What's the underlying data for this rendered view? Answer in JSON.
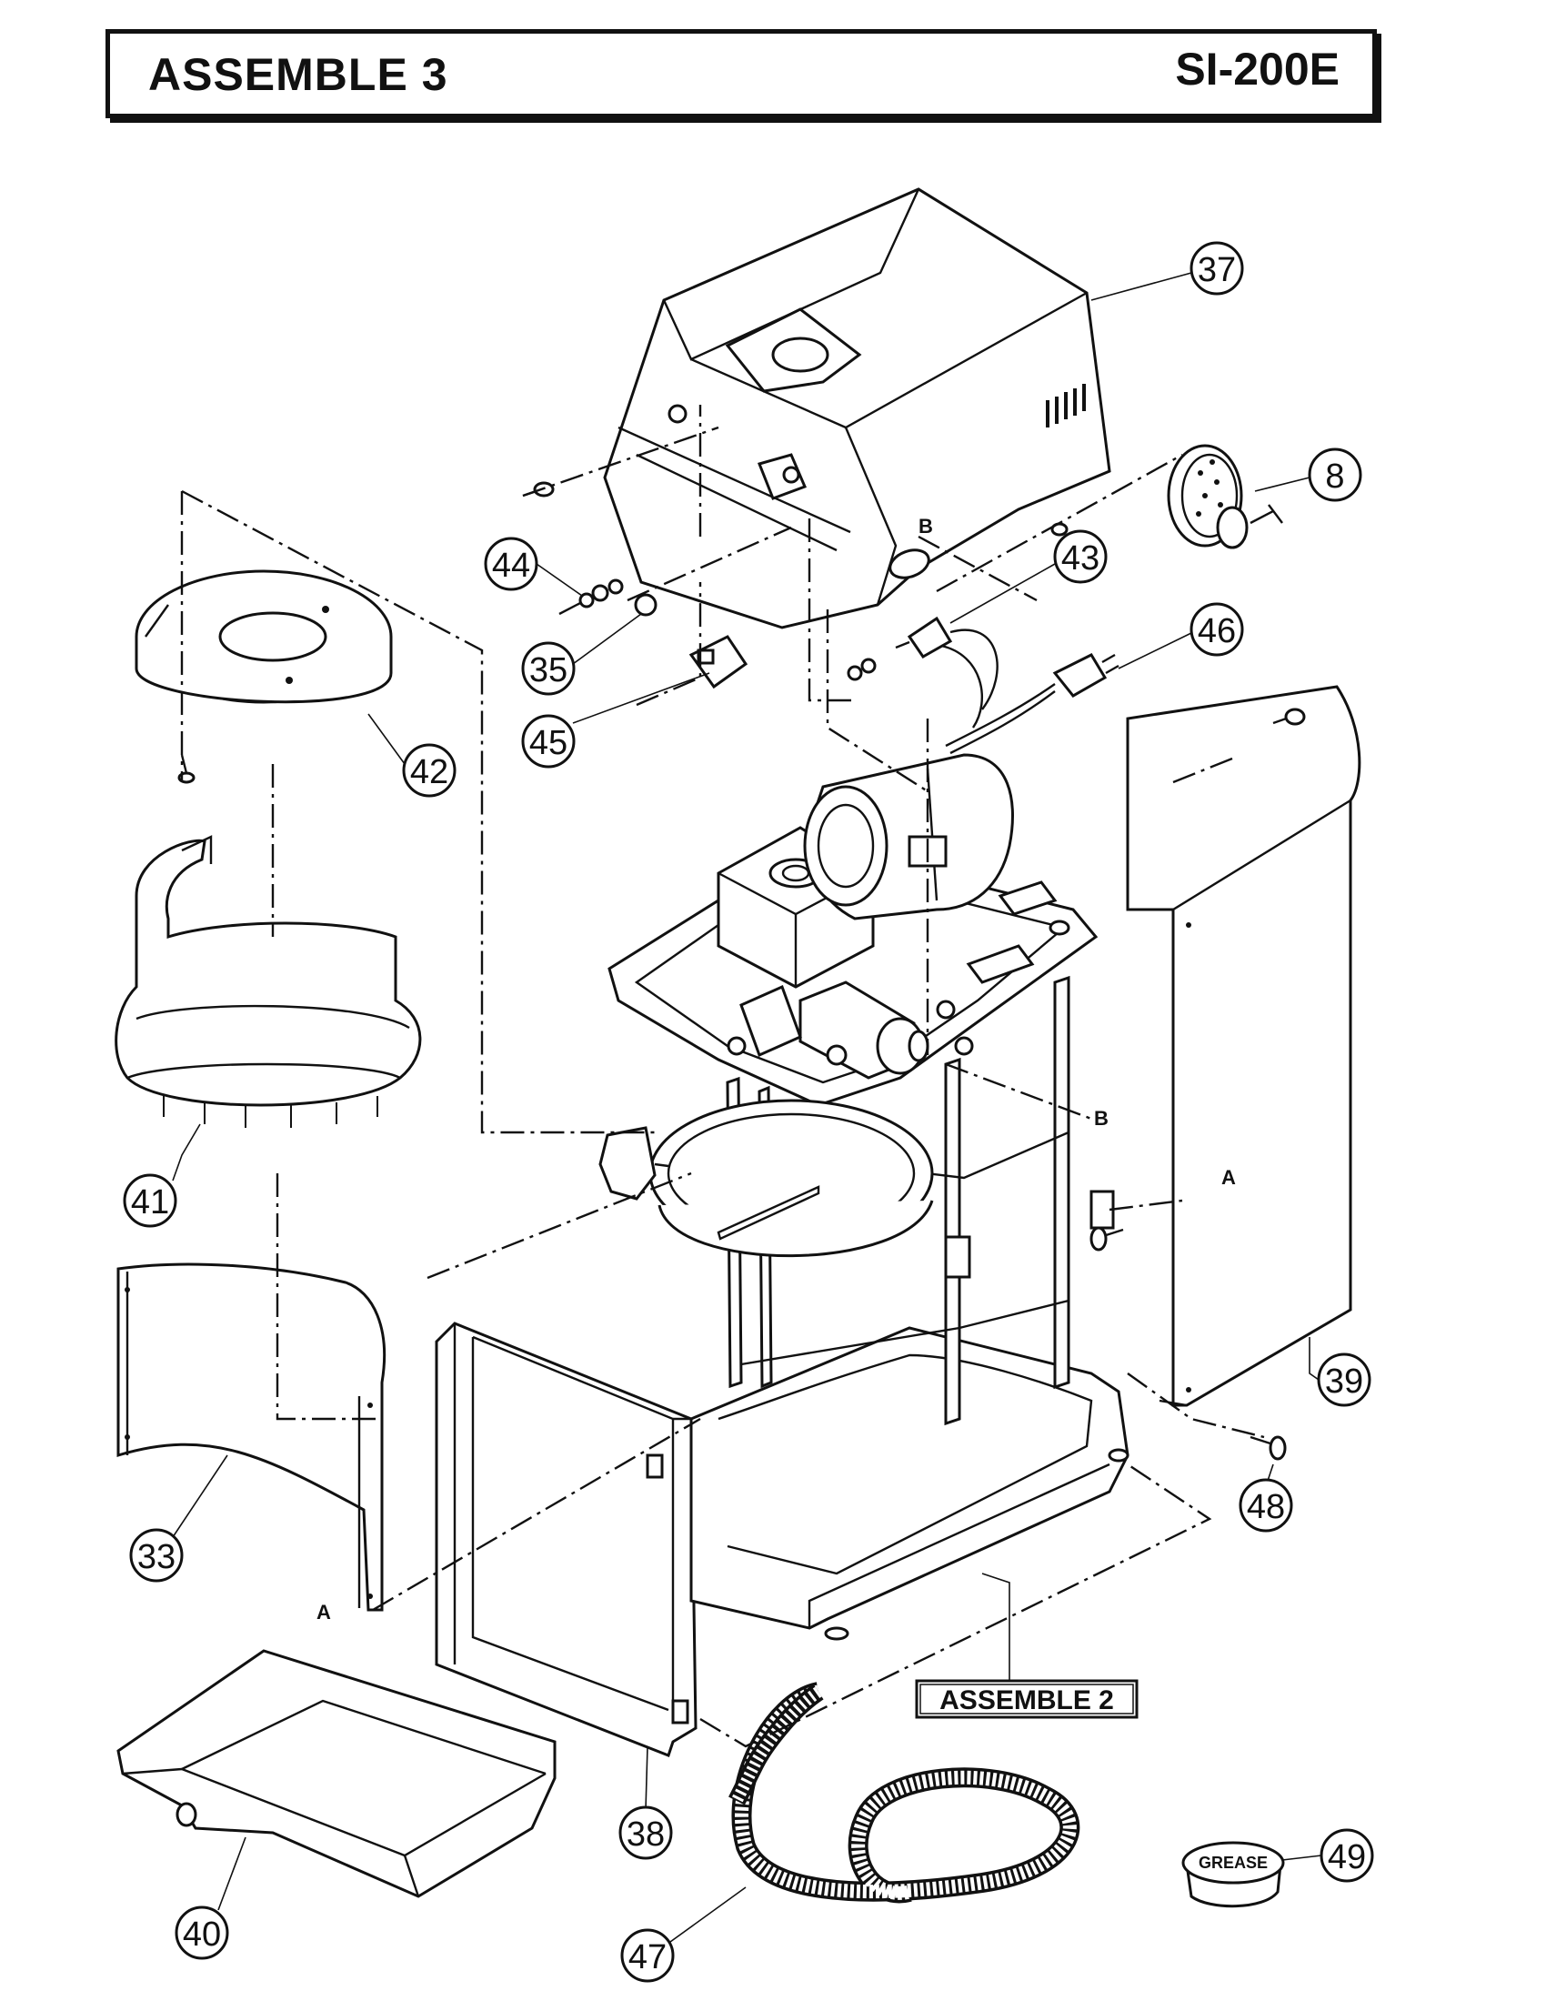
{
  "header": {
    "title": "ASSEMBLE 3",
    "model": "SI-200E"
  },
  "callouts": {
    "c37": "37",
    "c8": "8",
    "c43": "43",
    "c44": "44",
    "c35": "35",
    "c45": "45",
    "c46": "46",
    "c42": "42",
    "c41": "41",
    "c33": "33",
    "c39": "39",
    "c48": "48",
    "c38": "38",
    "c40": "40",
    "c47": "47",
    "c49": "49"
  },
  "refs": {
    "b_top": "B",
    "b_mid": "B",
    "a_right": "A",
    "a_left": "A"
  },
  "labels": {
    "assemble2": "ASSEMBLE 2",
    "grease": "GREASE"
  }
}
